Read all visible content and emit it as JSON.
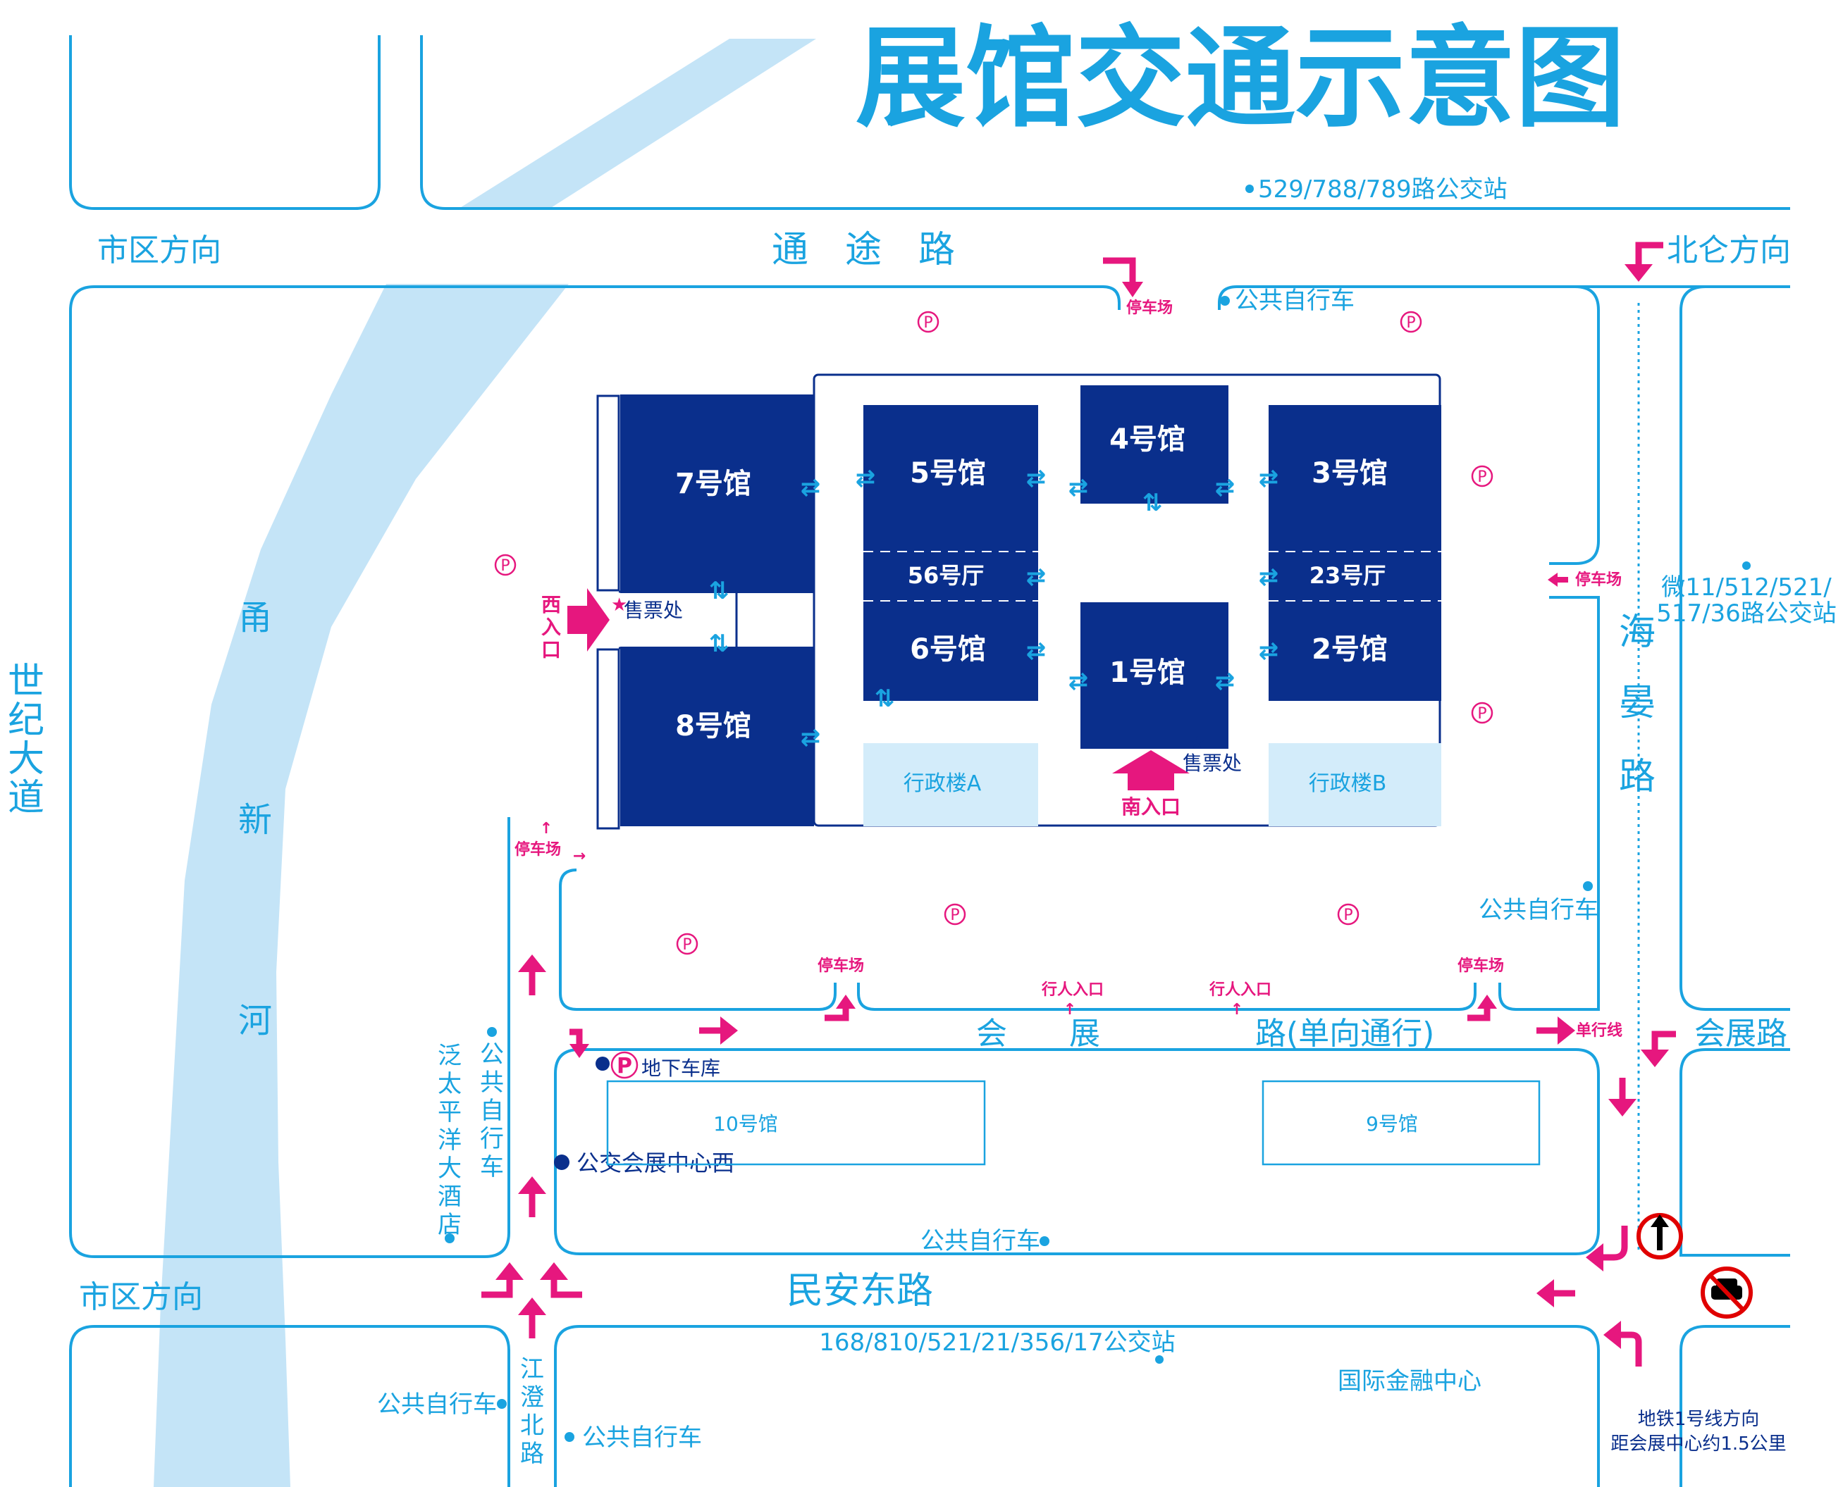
{
  "title": "展馆交通示意图",
  "roads": {
    "tongtu": "通　途　路",
    "mingan": "民安东路",
    "huizhan_road": "会　　展　　　　　路(单向通行)",
    "huizhan_right": "会展路",
    "haiyan": [
      "海",
      "晏",
      "路"
    ],
    "shiji": [
      "世",
      "纪",
      "大",
      "道"
    ],
    "jiangcheng": [
      "江",
      "澄",
      "北",
      "路"
    ],
    "river": [
      "甬",
      "新",
      "河"
    ]
  },
  "directions": {
    "city_top": "市区方向",
    "city_bottom": "市区方向",
    "beilun": "北仑方向",
    "metro_line1": "地铁1号线方向",
    "metro_distance": "距会展中心约1.5公里"
  },
  "halls": {
    "h1": "1号馆",
    "h2": "2号馆",
    "h3": "3号馆",
    "h4": "4号馆",
    "h5": "5号馆",
    "h6": "6号馆",
    "h7": "7号馆",
    "h8": "8号馆",
    "h56": "56号厅",
    "h23": "23号厅",
    "admin_a": "行政楼A",
    "admin_b": "行政楼B",
    "h10": "10号馆",
    "h9": "9号馆"
  },
  "entrances": {
    "south": "南入口",
    "west": [
      "西",
      "入",
      "口"
    ],
    "ticket_west": "售票处",
    "ticket_south": "售票处",
    "pedestrian_1": "行人入口",
    "pedestrian_2": "行人入口"
  },
  "parking": {
    "symbol": "P",
    "lot_top": "停车场",
    "lot_right": "停车场",
    "lot_left": "停车场",
    "lot_bottom_left": "停车场",
    "lot_bottom_right": "停车场",
    "underground": "地下车库",
    "one_way": "单行线"
  },
  "bus": {
    "top": "529/788/789路公交站",
    "right_1": "微11/512/521/",
    "right_2": "517/36路公交站",
    "bottom": "168/810/521/21/356/17公交站",
    "west_stop": "公交会展中心西"
  },
  "bikes": {
    "top": "公共自行车",
    "right": "公共自行车",
    "bottom_center": "公共自行车",
    "bottom_left": "公共自行车",
    "bottom_mid": "公共自行车",
    "vertical": [
      "公",
      "共",
      "自",
      "行",
      "车"
    ]
  },
  "landmarks": {
    "hotel": [
      "泛",
      "太",
      "平",
      "洋",
      "大",
      "酒",
      "店"
    ],
    "ifc": "国际金融中心"
  },
  "colors": {
    "road": "#1aa3e0",
    "river": "#c4e4f7",
    "hall": "#0a2f8c",
    "admin": "#d3ecfa",
    "accent": "#e6177e"
  }
}
